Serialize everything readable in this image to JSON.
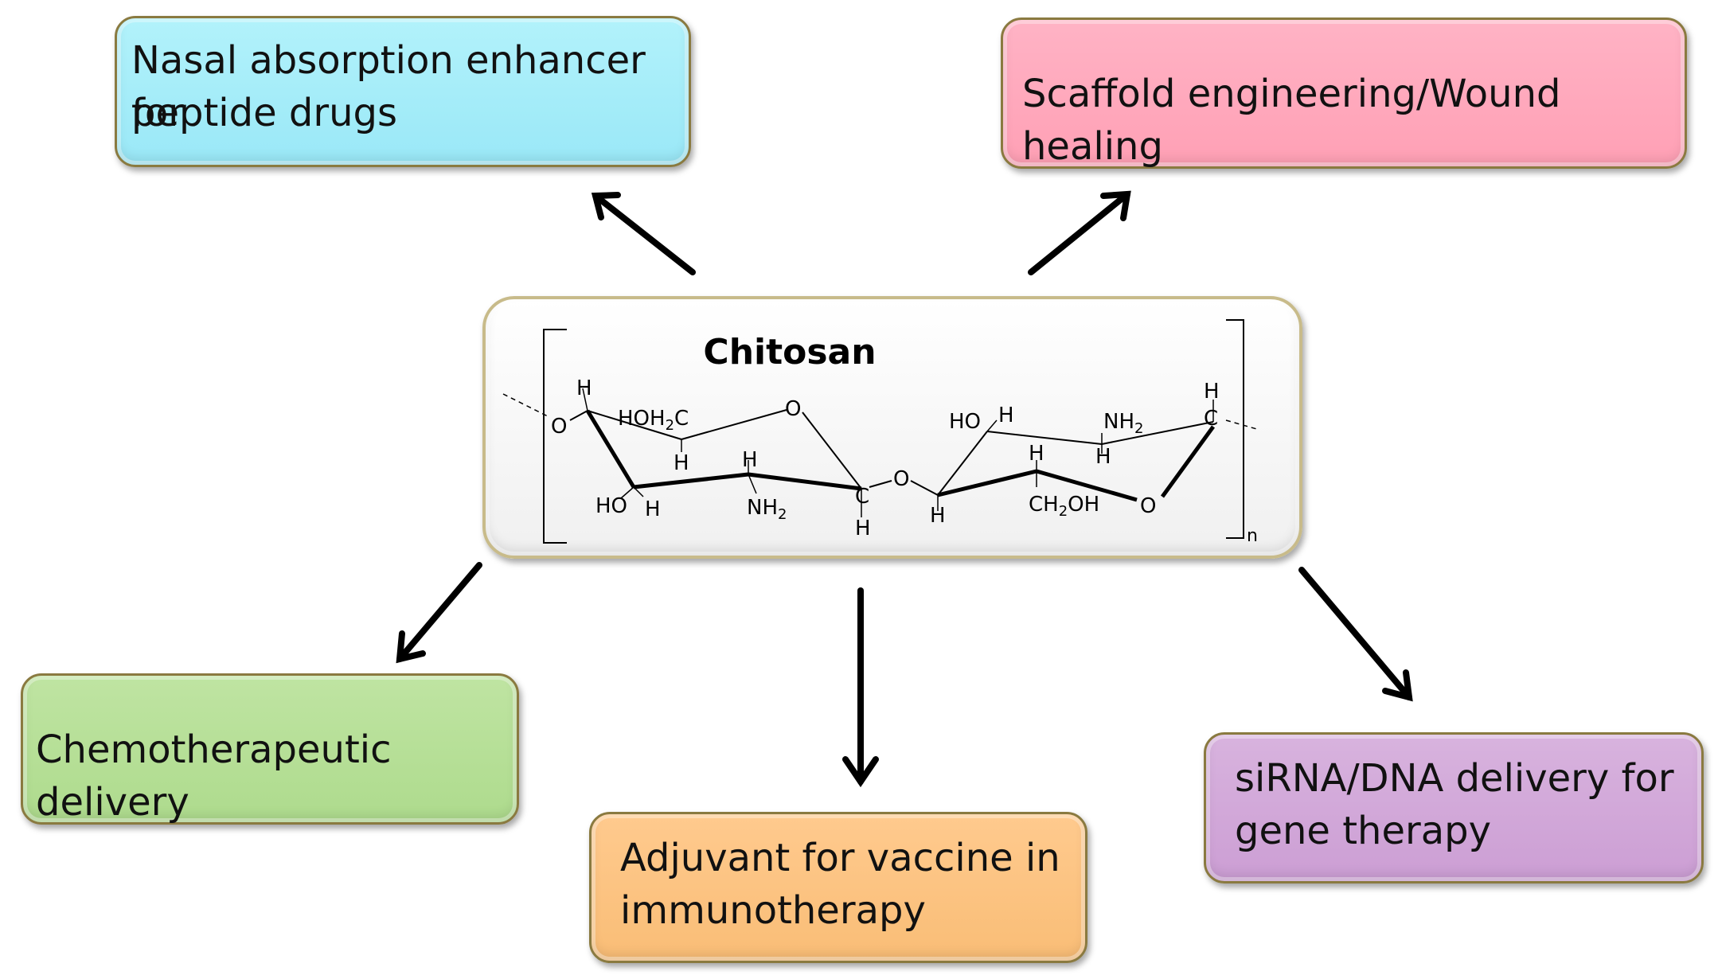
{
  "center": {
    "title": "Chitosan",
    "labels": {
      "h1": "H",
      "hoh2c": "HOH",
      "hoh2c_sub": "2",
      "hoh2c_c": "C",
      "o_ring1": "O",
      "o_left": "O",
      "ho": "HO",
      "h2": "H",
      "h3": "H",
      "h4": "H",
      "nh2": "NH",
      "nh2_sub": "2",
      "c_bridge": "C",
      "h_bridge": "H",
      "o_bridge": "O",
      "h5": "H",
      "ho2": "HO",
      "h6": "H",
      "h7": "H",
      "ch2oh": "CH",
      "ch2oh_sub": "2",
      "ch2oh_oh": "OH",
      "o_ring2": "O",
      "nh2b": "NH",
      "nh2b_sub": "2",
      "h8": "H",
      "c_right": "C",
      "h9": "H",
      "n": "n"
    }
  },
  "boxes": {
    "nasal": {
      "line1": "Nasal absorption enhancer for",
      "line2": "peptide drugs"
    },
    "scaffold": {
      "line1": "Scaffold engineering/Wound healing"
    },
    "chemo": {
      "line1": "Chemotherapeutic delivery"
    },
    "adjuvant": {
      "line1": "Adjuvant for vaccine in",
      "line2": "immunotherapy"
    },
    "sirna": {
      "line1": "siRNA/DNA delivery for",
      "line2": "gene therapy"
    }
  },
  "colors": {
    "nasal": "#9ae8f7",
    "scaffold": "#ffa0b5",
    "chemo": "#aedb8d",
    "adjuvant": "#f9bd76",
    "sirna": "#cc9ed4",
    "center": "#f4f4f4"
  }
}
